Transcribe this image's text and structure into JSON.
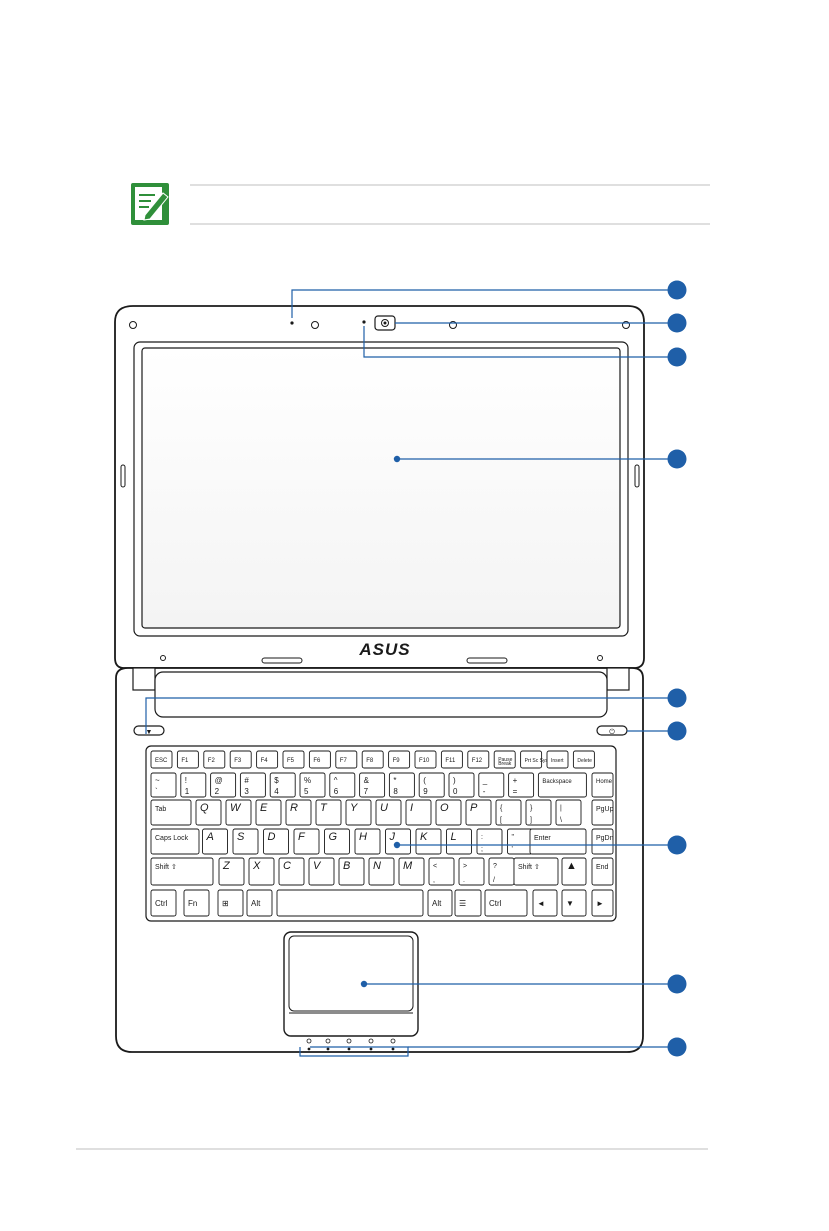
{
  "colors": {
    "callout": "#1f5fa8",
    "note_icon": "#2f8f3a",
    "outline": "#1a1a1a",
    "key_text_blue": "#3a9ad9",
    "rule": "#bfbfbf"
  },
  "note": {
    "icon": "note-pencil-icon",
    "text": ""
  },
  "logo": "ASUS",
  "callouts": [
    {
      "id": 1,
      "target": "microphone"
    },
    {
      "id": 2,
      "target": "camera"
    },
    {
      "id": 3,
      "target": "camera-indicator"
    },
    {
      "id": 4,
      "target": "display"
    },
    {
      "id": 5,
      "target": "power-switch-left"
    },
    {
      "id": 6,
      "target": "power-switch-right"
    },
    {
      "id": 7,
      "target": "keyboard"
    },
    {
      "id": 8,
      "target": "touchpad"
    },
    {
      "id": 9,
      "target": "status-indicators"
    }
  ],
  "keyboard": {
    "fn_row": [
      "ESC",
      "F1",
      "F2",
      "F3",
      "F4",
      "F5",
      "F6",
      "F7",
      "F8",
      "F9",
      "F10",
      "F11",
      "F12",
      "Pause Break",
      "Prt Sc SysRq",
      "Insert",
      "Delete"
    ],
    "num_row": [
      {
        "t": "~",
        "b": "`"
      },
      {
        "t": "!",
        "b": "1"
      },
      {
        "t": "@",
        "b": "2"
      },
      {
        "t": "#",
        "b": "3"
      },
      {
        "t": "$",
        "b": "4"
      },
      {
        "t": "%",
        "b": "5"
      },
      {
        "t": "^",
        "b": "6"
      },
      {
        "t": "&",
        "b": "7"
      },
      {
        "t": "*",
        "b": "8"
      },
      {
        "t": "(",
        "b": "9"
      },
      {
        "t": ")",
        "b": "0"
      },
      {
        "t": "_",
        "b": "-"
      },
      {
        "t": "+",
        "b": "="
      },
      {
        "t": "Backspace",
        "b": ""
      },
      {
        "t": "Home",
        "b": ""
      }
    ],
    "row_q": [
      "Tab",
      "Q",
      "W",
      "E",
      "R",
      "T",
      "Y",
      "U",
      "I",
      "O",
      "P",
      "{ [",
      "} ]",
      "| \\",
      "PgUp"
    ],
    "row_a": [
      "Caps Lock",
      "A",
      "S",
      "D",
      "F",
      "G",
      "H",
      "J",
      "K",
      "L",
      ": ;",
      "\" '",
      "Enter",
      "PgDn"
    ],
    "row_z": [
      "Shift ⇧",
      "Z",
      "X",
      "C",
      "V",
      "B",
      "N",
      "M",
      "< ,",
      "> .",
      "? /",
      "Shift ⇧",
      "▲",
      "End"
    ],
    "row_ctrl": [
      "Ctrl",
      "Fn",
      "⊞",
      "Alt",
      "",
      "Alt",
      "☰",
      "Ctrl",
      "◄",
      "▼",
      "►"
    ]
  }
}
